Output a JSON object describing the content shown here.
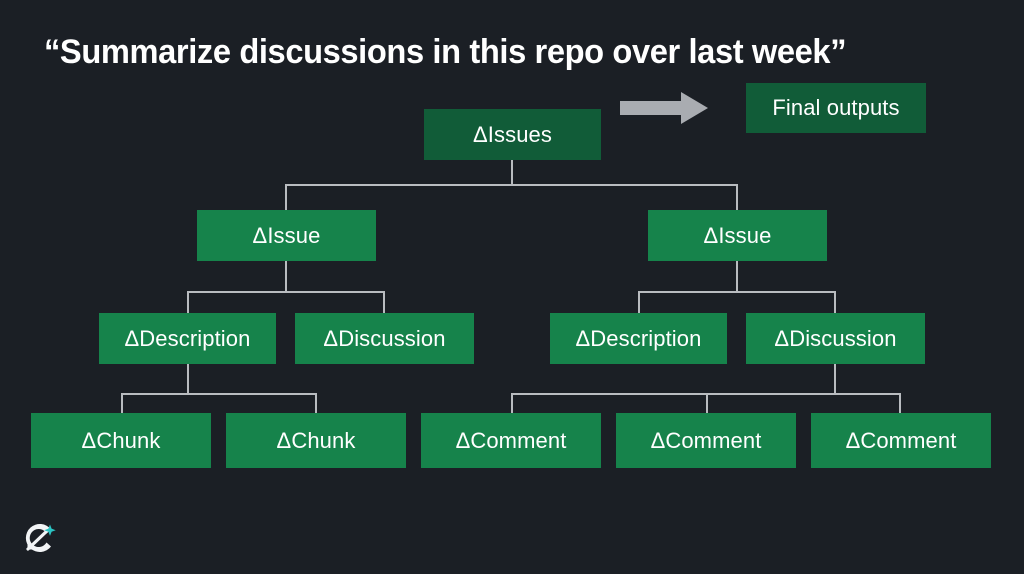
{
  "slide": {
    "background_color": "#1b1f25",
    "title": "“Summarize discussions in this repo over last week”",
    "title_color": "#ffffff"
  },
  "colors": {
    "node_dark_green": "#115c38",
    "node_bright_green": "#16834b",
    "connector_gray": "#b9bcc0",
    "arrow_gray": "#a9acb1",
    "logo_white": "#f2f4f6",
    "logo_accent_teal": "#2bc4c4"
  },
  "callout": {
    "arrow_icon": "right-arrow-icon",
    "final_outputs_label": "Final outputs"
  },
  "tree": {
    "root": {
      "label": "ΔIssues",
      "level": 0
    },
    "level1": [
      {
        "label": "ΔIssue"
      },
      {
        "label": "ΔIssue"
      }
    ],
    "level2": [
      {
        "label": "ΔDescription"
      },
      {
        "label": "ΔDiscussion"
      },
      {
        "label": "ΔDescription"
      },
      {
        "label": "ΔDiscussion"
      }
    ],
    "level3": [
      {
        "label": "ΔChunk"
      },
      {
        "label": "ΔChunk"
      },
      {
        "label": "ΔComment"
      },
      {
        "label": "ΔComment"
      },
      {
        "label": "ΔComment"
      }
    ]
  },
  "logo": {
    "name": "orbit-comet-logo"
  }
}
